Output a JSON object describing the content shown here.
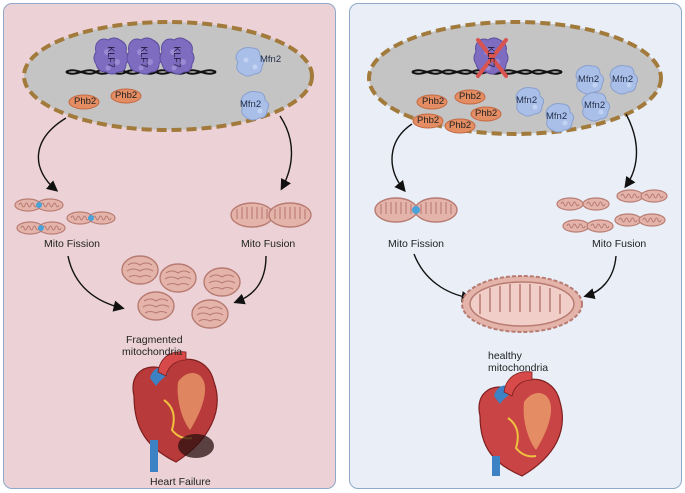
{
  "left_panel": {
    "klf_labels": [
      "KLF7",
      "KLF7",
      "KLF7"
    ],
    "phb2_labels": [
      "Phb2",
      "Phb2"
    ],
    "mfn2_labels": [
      "Mfn2",
      "Mfn2"
    ],
    "fission_label": "Mito Fission",
    "fusion_label": "Mito Fusion",
    "outcome_line1": "Fragmented",
    "outcome_line2": "mitochondria",
    "heart_label": "Heart Failure"
  },
  "right_panel": {
    "klf_label": "KLF7",
    "phb2_labels": [
      "Phb2",
      "Phb2",
      "Phb2",
      "Phb2",
      "Phb2"
    ],
    "mfn2_labels": [
      "Mfn2",
      "Mfn2",
      "Mfn2",
      "Mfn2",
      "Mfn2"
    ],
    "fission_label": "Mito Fission",
    "fusion_label": "Mito Fusion",
    "outcome_line1": "healthy",
    "outcome_line2": "mitochondria"
  },
  "colors": {
    "left_bg": "#ecd2d6",
    "right_bg": "#e9eef7",
    "nucleus_fill": "#c4c4c4",
    "nucleus_border": "#a27a3c",
    "klf7_protein": "#7e6cc0",
    "phb2_protein": "#e48c62",
    "mfn2_protein": "#a9bfe8",
    "mitochondria": "#c98d84",
    "knockout_x": "#d9534f"
  }
}
